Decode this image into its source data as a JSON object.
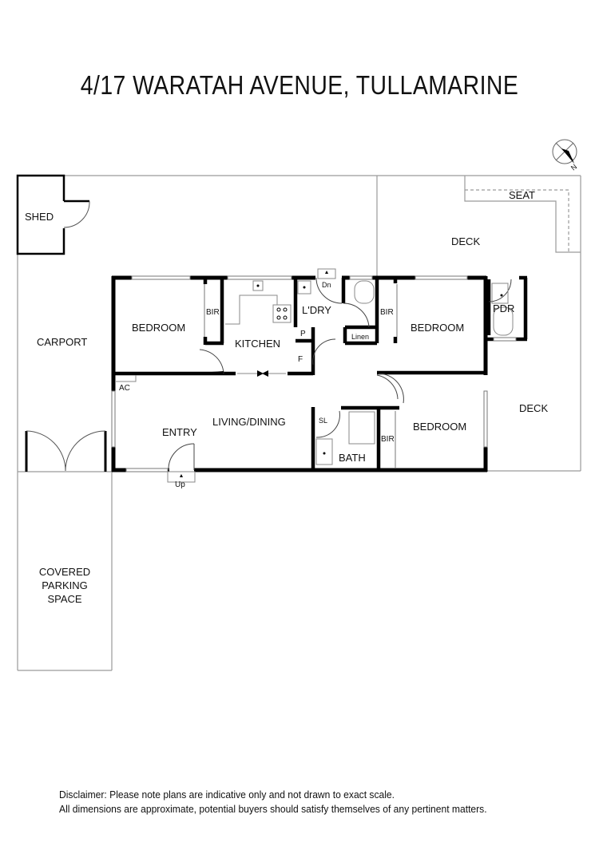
{
  "title": "4/17 WARATAH AVENUE, TULLAMARINE",
  "compass": {
    "label": "N",
    "icon": "north-arrow-compass"
  },
  "rooms": {
    "shed": "SHED",
    "carport": "CARPORT",
    "covered_parking_line1": "COVERED",
    "covered_parking_line2": "PARKING",
    "covered_parking_line3": "SPACE",
    "bedroom1": "BEDROOM",
    "bedroom2": "BEDROOM",
    "bedroom3": "BEDROOM",
    "bir1": "BIR",
    "bir2": "BIR",
    "bir3": "BIR",
    "kitchen": "KITCHEN",
    "laundry": "L'DRY",
    "pantry": "P",
    "fridge": "F",
    "linen": "Linen",
    "living_dining": "LIVING/DINING",
    "entry": "ENTRY",
    "bath": "BATH",
    "sl": "SL",
    "pdr": "PDR",
    "deck_top": "DECK",
    "deck_right": "DECK",
    "seat": "SEAT",
    "ac": "AC",
    "step_down": "Dn",
    "step_up": "Up"
  },
  "disclaimer": {
    "line1": "Disclaimer: Please note plans are indicative only and not drawn to exact scale.",
    "line2": "All dimensions are approximate, potential buyers should satisfy themselves of any pertinent matters."
  },
  "colors": {
    "wall": "#000000",
    "boundary": "#9a9a9a",
    "text": "#111111",
    "background": "#ffffff"
  }
}
